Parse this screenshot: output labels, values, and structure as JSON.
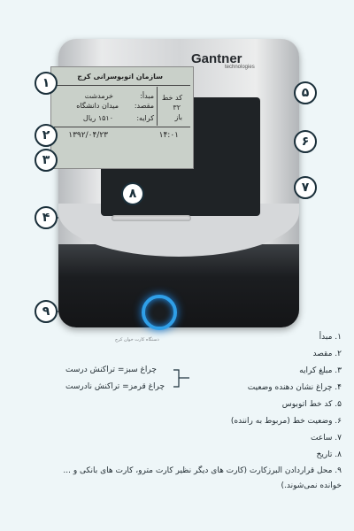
{
  "device": {
    "brand": "Gantner",
    "brand_sub": "technologies",
    "reader_text": "دستگاه کارت خوان کرج"
  },
  "lcd": {
    "header": "سازمان اتوبوسرانی کرج",
    "origin_label": "مبدأ:",
    "origin_value": "خرمدشت",
    "dest_label": "مقصد:",
    "dest_value": "میدان دانشگاه",
    "fare_label": "کرایه:",
    "fare_value": "۱۵۱۰ ریال",
    "line_code_label": "کد خط",
    "line_code_value": "۳۲",
    "line_status": "باز",
    "date": "۱۳۹۲/۰۴/۲۳",
    "time": "۱۴:۰۱"
  },
  "callouts": [
    "۱",
    "۲",
    "۳",
    "۴",
    "۵",
    "۶",
    "۷",
    "۸",
    "۹"
  ],
  "legend": {
    "items": [
      "۱. مبدأ",
      "۲. مقصد",
      "۳. مبلغ کرایه",
      "۴. چراغ نشان دهنده وضعیت",
      "۵. کد خط اتوبوس",
      "۶. وضعیت خط (مربوط به راننده)",
      "۷. ساعت",
      "۸. تاریخ",
      "۹. محل قراردادن البرزکارت (کارت های دیگر نظیر کارت مترو، کارت های بانکی و ... خوانده نمی‌شوند.)"
    ],
    "green_note": "چراغ سبز= تراکنش درست",
    "red_note": "چراغ قرمز= تراکنش نادرست"
  }
}
